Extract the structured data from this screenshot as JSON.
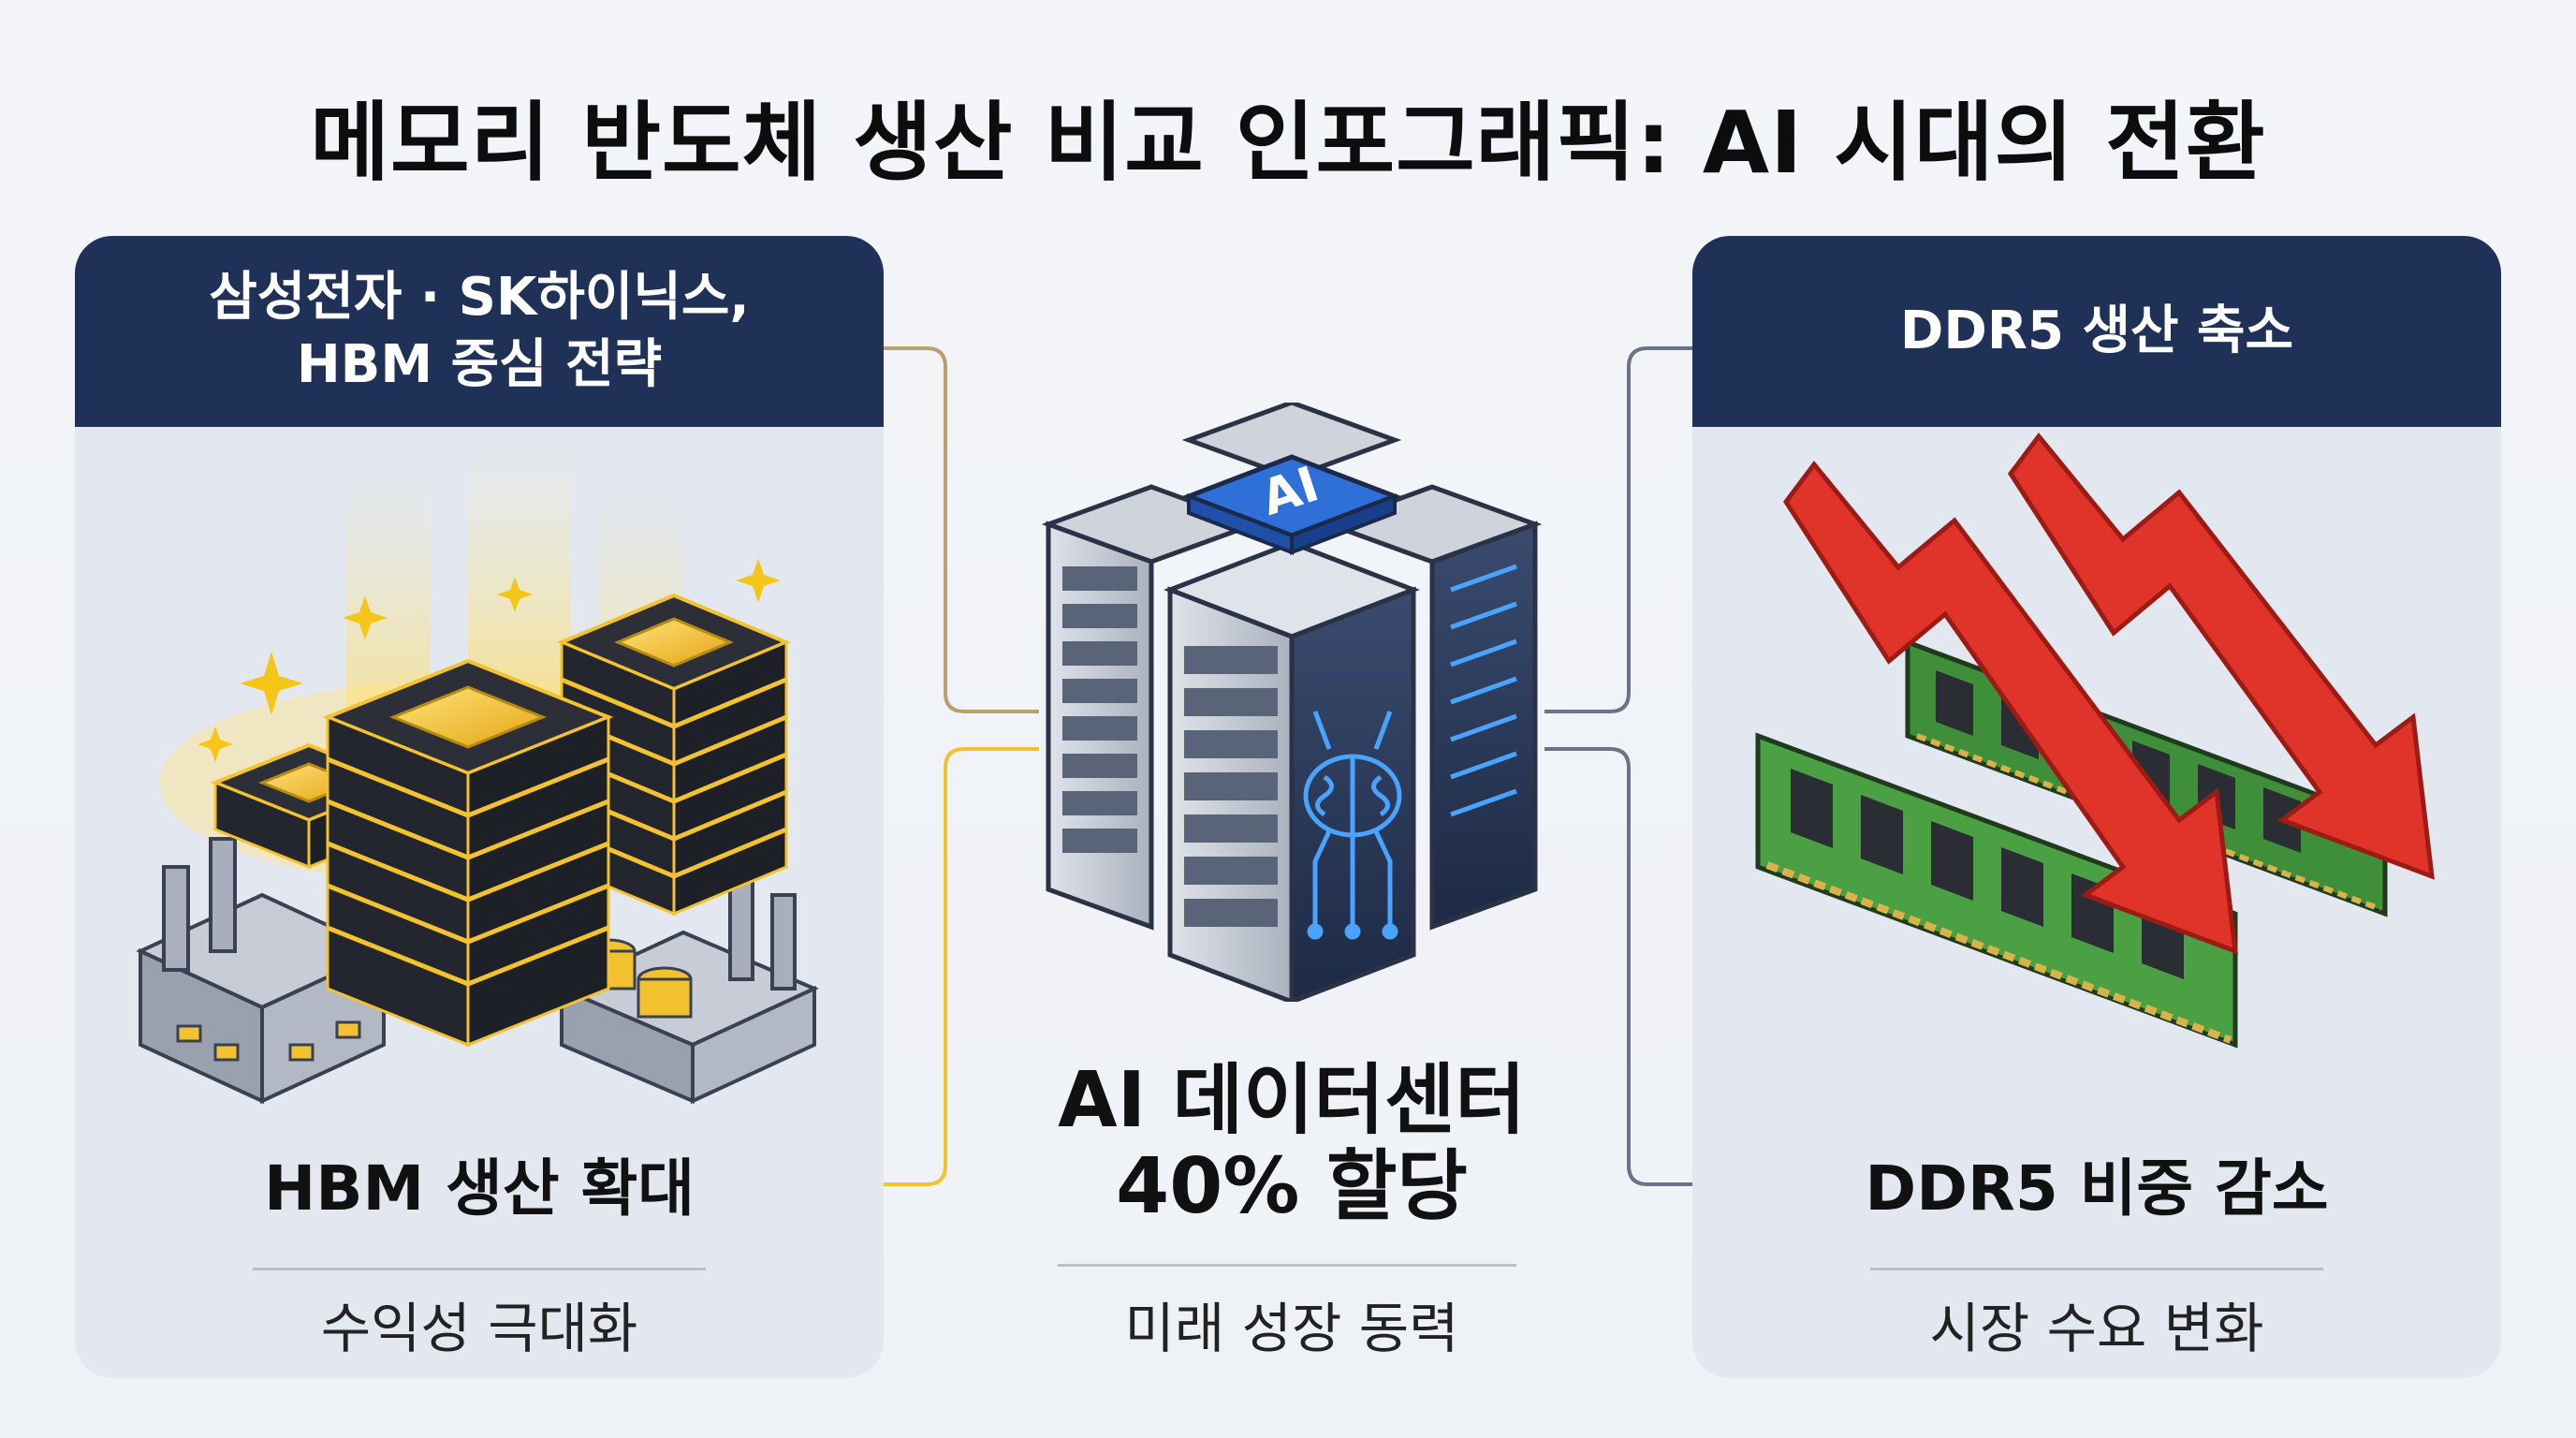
{
  "title": "메모리 반도체 생산 비교 인포그래픽: AI 시대의 전환",
  "left": {
    "header_line1": "삼성전자 · SK하이닉스,",
    "header_line2": "HBM 중심 전략",
    "main": "HBM 생산 확대",
    "sub": "수익성 극대화"
  },
  "center": {
    "chip_label": "AI",
    "main_line1": "AI 데이터센터",
    "main_line2": "40% 할당",
    "sub": "미래 성장 동력"
  },
  "right": {
    "header": "DDR5 생산 축소",
    "main": "DDR5 비중 감소",
    "sub": "시장 수요 변화"
  },
  "colors": {
    "header_bg": "#1f3157",
    "panel_bg": "#e3e8f0",
    "gold": "#f2c230",
    "arrow_red": "#e0342a",
    "pcb_green": "#3f8f3a",
    "ai_blue": "#2f6fd8"
  },
  "icons": [
    "hbm-chip-stack-icon",
    "factory-icon",
    "ai-server-icon",
    "brain-circuit-icon",
    "ram-module-icon",
    "down-trend-arrow-icon"
  ]
}
